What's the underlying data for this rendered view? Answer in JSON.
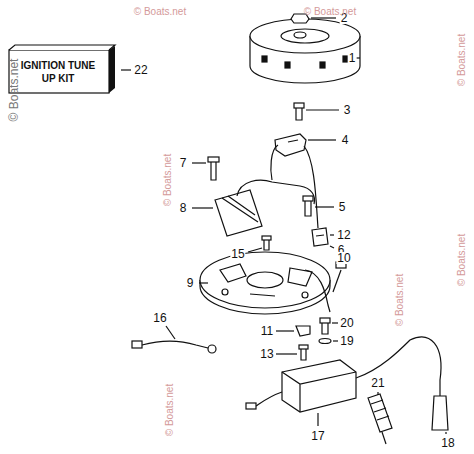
{
  "diagram": {
    "nodes": [
      {
        "text": [
          "IGNITION TUNE UP KIT"
        ]
      }
    ],
    "labels": [
      "2",
      "1",
      "3",
      "4",
      "7",
      "5",
      "8",
      "12",
      "6",
      "15",
      "9",
      "10",
      "16",
      "11",
      "20",
      "13",
      "19",
      "17",
      "21",
      "18",
      "22",
      "© Boats.net",
      "© Boats.net",
      "© Boats.net",
      "© Boats.net",
      "© Boats.net",
      "© Boats.net",
      "© Boats.net",
      "© Boats.net"
    ]
  }
}
